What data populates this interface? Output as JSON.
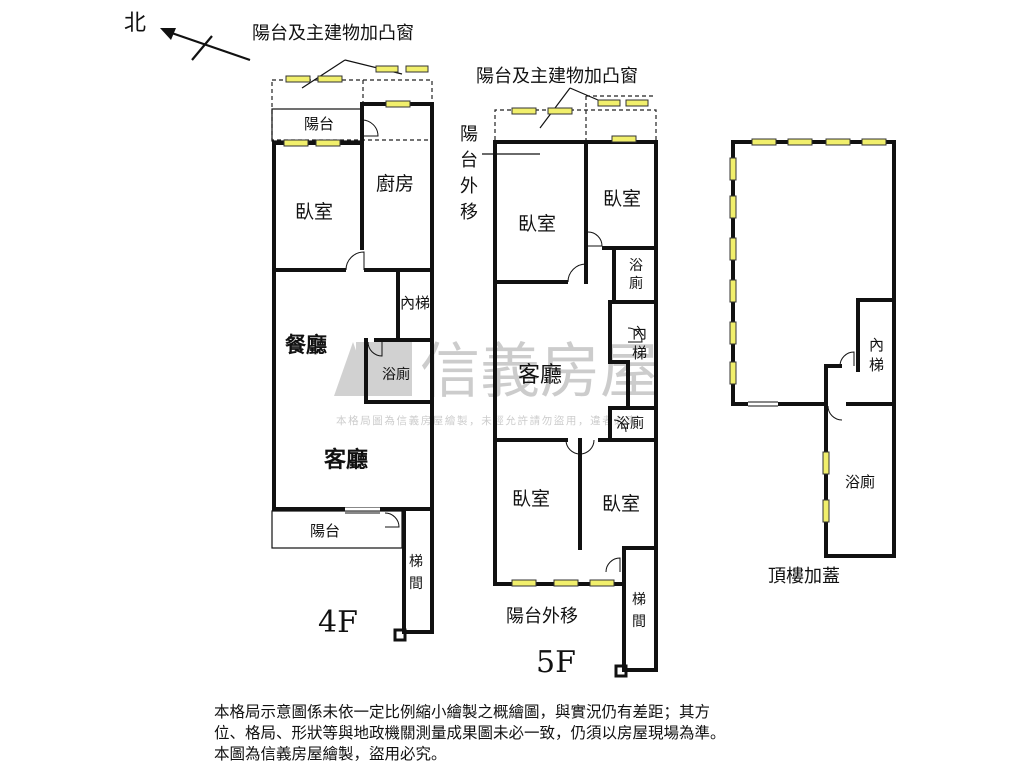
{
  "compass": {
    "label": "北"
  },
  "floor4": {
    "title": "4F",
    "callout": "陽台及主建物加凸窗",
    "rooms": {
      "balcony_top": "陽台",
      "kitchen": "廚房",
      "bedroom": "臥室",
      "stairs_inner": "內梯",
      "dining": "餐廳",
      "bath": "浴廁",
      "living": "客廳",
      "balcony_bottom": "陽台",
      "stairwell": "梯間"
    }
  },
  "floor5": {
    "title": "5F",
    "callout": "陽台及主建物加凸窗",
    "side_note": "陽台外移",
    "rooms": {
      "bedroom_nw": "臥室",
      "bedroom_ne": "臥室",
      "bath_top": "浴廁",
      "stairs_inner": "內梯",
      "living": "客廳",
      "bath_mid": "浴廁",
      "bedroom_sw": "臥室",
      "bedroom_se": "臥室",
      "stairwell": "梯間"
    },
    "bottom_note": "陽台外移"
  },
  "rooftop": {
    "title": "頂樓加蓋",
    "rooms": {
      "stairs_inner": "內梯",
      "bath": "浴廁"
    }
  },
  "watermark": {
    "brand": "信義房屋",
    "notice": "本格局圖為信義房屋繪製，未經允許請勿盜用，違者必究"
  },
  "notes": [
    "本格局示意圖係未依一定比例縮小繪製之概繪圖，與實況仍有差距；其方",
    "位、格局、形狀等與地政機關測量成果圖未必一致，仍須以房屋現場為準。",
    "本圖為信義房屋繪製，盜用必究。"
  ]
}
